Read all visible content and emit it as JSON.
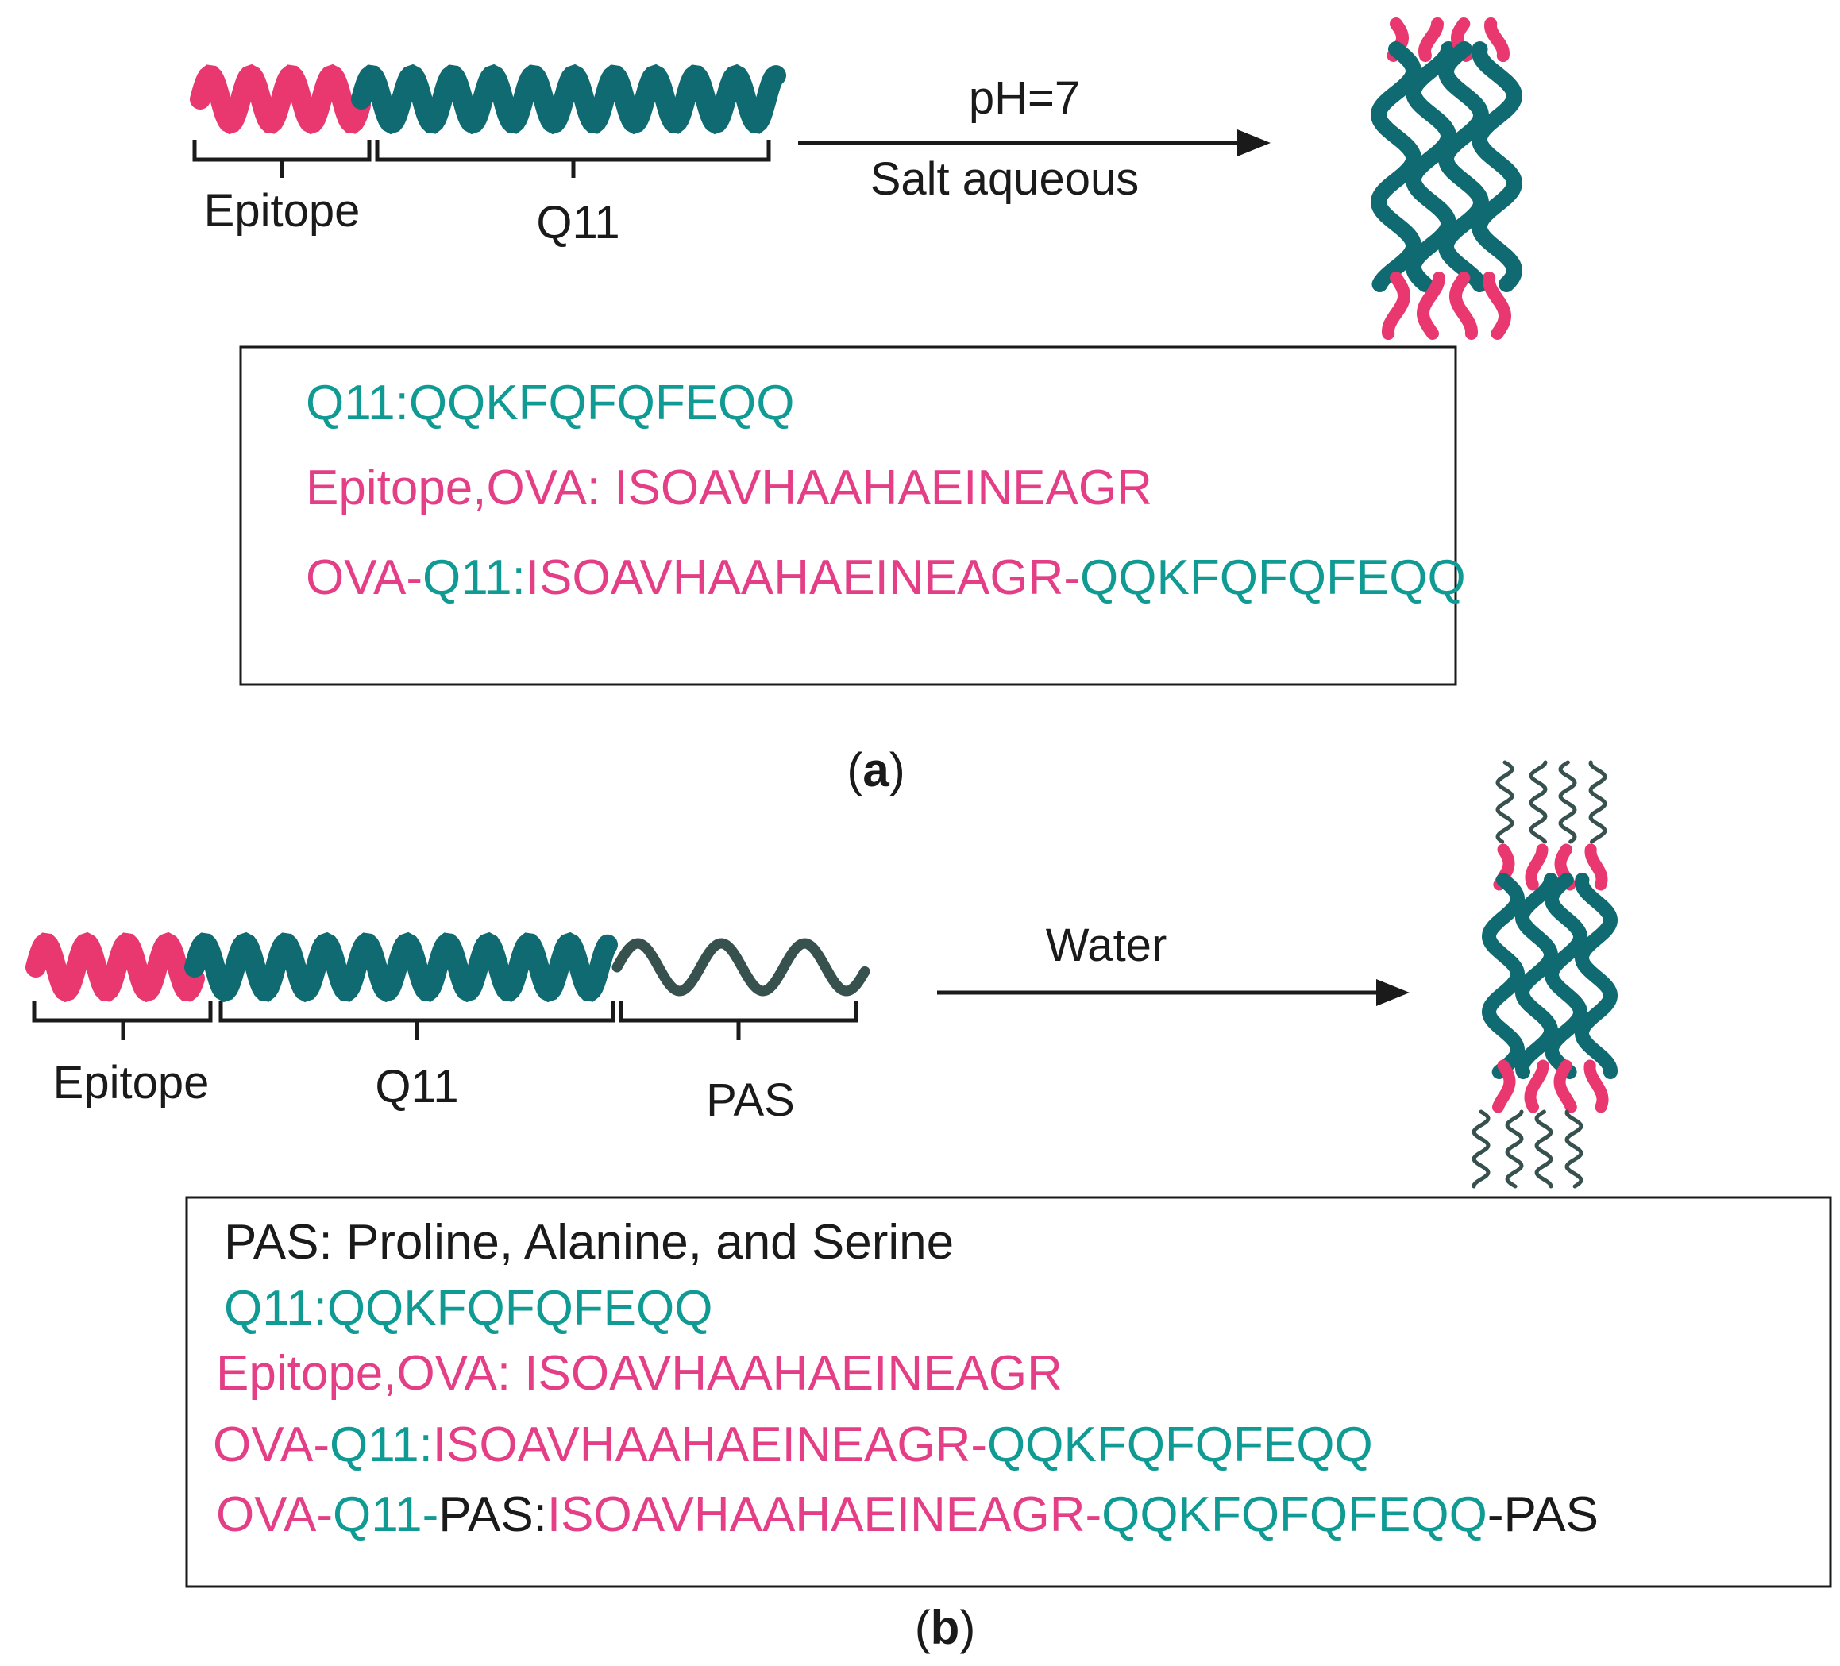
{
  "colors": {
    "epitope": "#e8386f",
    "q11": "#0f6b71",
    "pas": "#37514f",
    "text_teal": "#0f9b93",
    "text_pink": "#e43f86",
    "text_dark": "#1a1a1a"
  },
  "panel_a": {
    "label_prefix": "(",
    "label_letter": "a",
    "label_suffix": ")",
    "segments": {
      "epitope": "Epitope",
      "q11": "Q11"
    },
    "arrow": {
      "top": "pH=7",
      "bottom": "Salt aqueous"
    },
    "box": {
      "line1": "Q11:QQKFQFQFEQQ",
      "line2": "Epitope,OVA: ISOAVHAAHAEINEAGR",
      "line3": {
        "ova": "OVA-",
        "q11": "Q11:",
        "epitope_seq": "ISOAVHAAHAEINEAGR-",
        "q11_seq": "QQKFQFQFEQQ"
      }
    }
  },
  "panel_b": {
    "label_prefix": "(",
    "label_letter": "b",
    "label_suffix": ")",
    "segments": {
      "epitope": "Epitope",
      "q11": "Q11",
      "pas": "PAS"
    },
    "arrow": {
      "top": "Water"
    },
    "box": {
      "line1": "PAS: Proline, Alanine, and Serine",
      "line2": "Q11:QQKFQFQFEQQ",
      "line3": "Epitope,OVA: ISOAVHAAHAEINEAGR",
      "line4": {
        "ova": "OVA-",
        "q11": "Q11:",
        "epitope_seq": "ISOAVHAAHAEINEAGR-",
        "q11_seq": "QQKFQFQFEQQ"
      },
      "line5": {
        "ova": "OVA-",
        "q11": "Q11-",
        "pas": "PAS:",
        "epitope_seq": "ISOAVHAAHAEINEAGR-",
        "q11_seq": "QQKFQFQFEQQ",
        "pas_tail": "-PAS"
      }
    }
  }
}
